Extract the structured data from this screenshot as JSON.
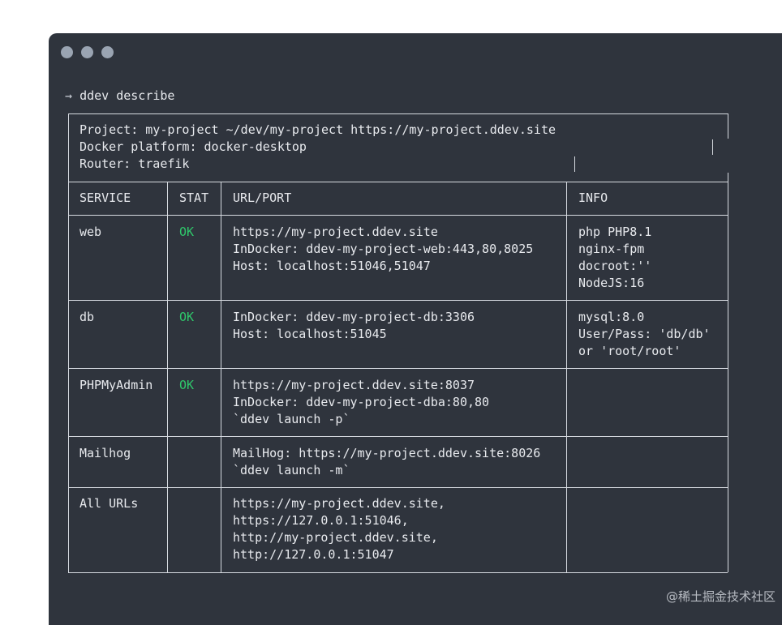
{
  "command": {
    "arrow": "→",
    "text": "ddev describe"
  },
  "header_lines": [
    "Project: my-project ~/dev/my-project https://my-project.ddev.site",
    "Docker platform: docker-desktop",
    "Router: traefik"
  ],
  "columns": [
    "SERVICE",
    "STAT",
    "URL/PORT",
    "INFO"
  ],
  "rows": [
    {
      "service": "web",
      "stat": "OK",
      "url": "https://my-project.ddev.site\nInDocker: ddev-my-project-web:443,80,8025\nHost: localhost:51046,51047",
      "info": "php PHP8.1\nnginx-fpm\ndocroot:''\nNodeJS:16"
    },
    {
      "service": "db",
      "stat": "OK",
      "url": "InDocker: ddev-my-project-db:3306\nHost: localhost:51045",
      "info": "mysql:8.0\nUser/Pass: 'db/db'\nor 'root/root'"
    },
    {
      "service": "PHPMyAdmin",
      "stat": "OK",
      "url": "https://my-project.ddev.site:8037\nInDocker: ddev-my-project-dba:80,80\n`ddev launch -p`",
      "info": ""
    },
    {
      "service": "Mailhog",
      "stat": "",
      "url": "MailHog: https://my-project.ddev.site:8026\n`ddev launch -m`",
      "info": ""
    },
    {
      "service": "All URLs",
      "stat": "",
      "url": "https://my-project.ddev.site,\nhttps://127.0.0.1:51046,\nhttp://my-project.ddev.site,\nhttp://127.0.0.1:51047",
      "info": ""
    }
  ],
  "watermark": "@稀土掘金技术社区"
}
